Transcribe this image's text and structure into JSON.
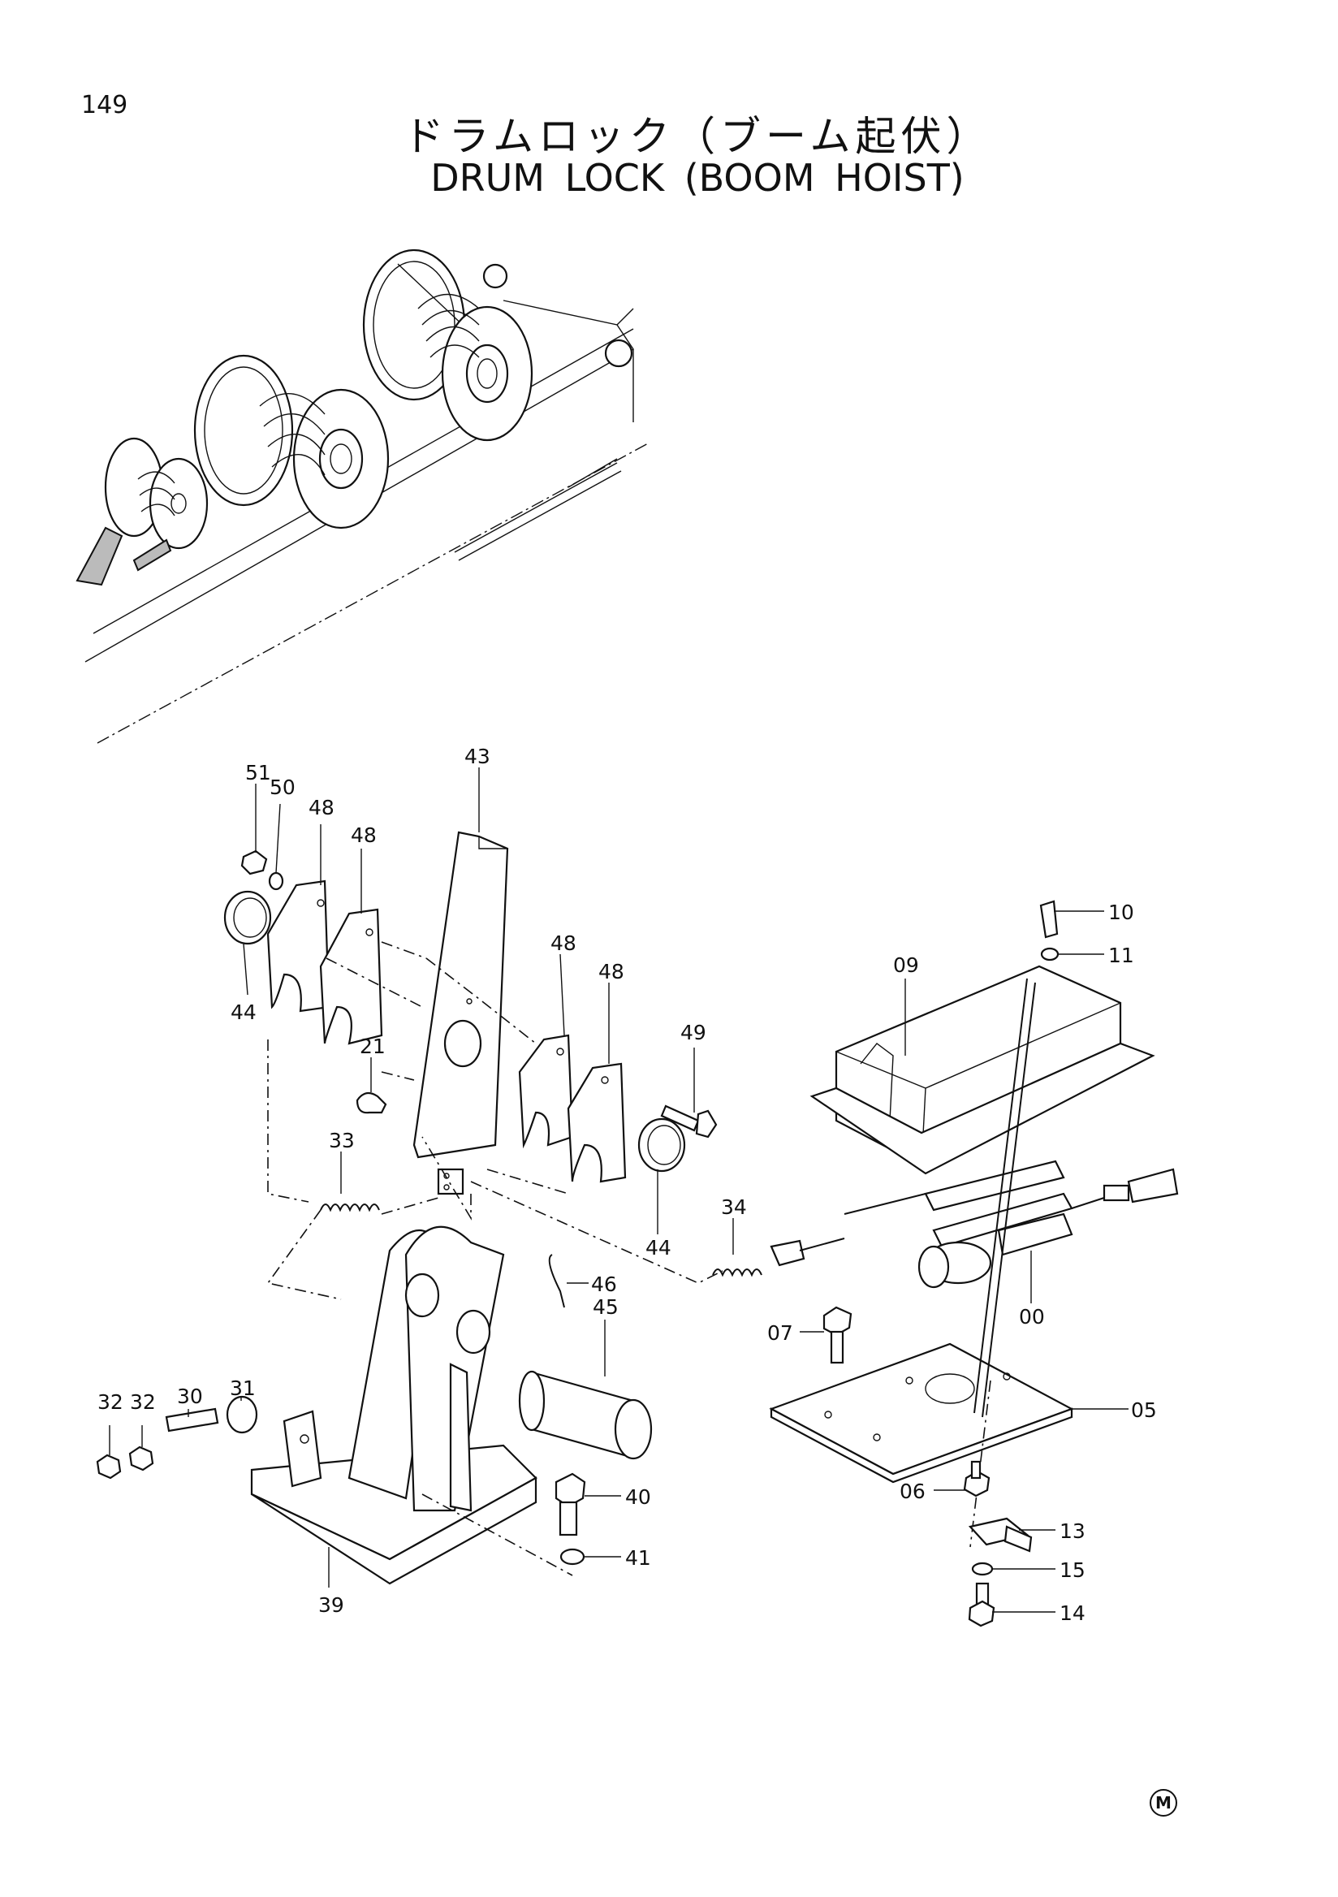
{
  "page": {
    "number": "149",
    "mark": "M"
  },
  "title": {
    "japanese": "ドラムロック（ブーム起伏）",
    "english": "DRUM LOCK (BOOM HOIST)"
  },
  "callouts": [
    {
      "id": "c51",
      "label": "51"
    },
    {
      "id": "c50",
      "label": "50"
    },
    {
      "id": "c48a",
      "label": "48"
    },
    {
      "id": "c48b",
      "label": "48"
    },
    {
      "id": "c43",
      "label": "43"
    },
    {
      "id": "c44a",
      "label": "44"
    },
    {
      "id": "c48c",
      "label": "48"
    },
    {
      "id": "c48d",
      "label": "48"
    },
    {
      "id": "c49",
      "label": "49"
    },
    {
      "id": "c21",
      "label": "21"
    },
    {
      "id": "c33",
      "label": "33"
    },
    {
      "id": "c44b",
      "label": "44"
    },
    {
      "id": "c34",
      "label": "34"
    },
    {
      "id": "c46",
      "label": "46"
    },
    {
      "id": "c45",
      "label": "45"
    },
    {
      "id": "c10",
      "label": "10"
    },
    {
      "id": "c11",
      "label": "11"
    },
    {
      "id": "c09",
      "label": "09"
    },
    {
      "id": "c00",
      "label": "00"
    },
    {
      "id": "c07",
      "label": "07"
    },
    {
      "id": "c05",
      "label": "05"
    },
    {
      "id": "c06",
      "label": "06"
    },
    {
      "id": "c13",
      "label": "13"
    },
    {
      "id": "c15",
      "label": "15"
    },
    {
      "id": "c14",
      "label": "14"
    },
    {
      "id": "c32a",
      "label": "32"
    },
    {
      "id": "c32b",
      "label": "32"
    },
    {
      "id": "c30",
      "label": "30"
    },
    {
      "id": "c31",
      "label": "31"
    },
    {
      "id": "c40",
      "label": "40"
    },
    {
      "id": "c41",
      "label": "41"
    },
    {
      "id": "c39",
      "label": "39"
    }
  ]
}
